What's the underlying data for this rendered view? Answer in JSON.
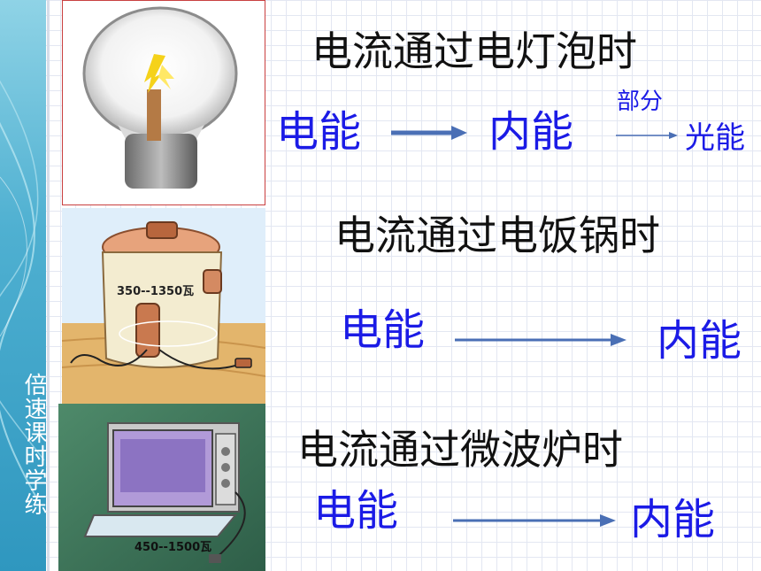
{
  "sidebar": {
    "label": "倍速课时学练"
  },
  "sections": [
    {
      "heading": "电流通过电灯泡时",
      "from": "电能",
      "middle": "内能",
      "arrow_note": "部分",
      "to": "光能"
    },
    {
      "heading": "电流通过电饭锅时",
      "from": "电能",
      "to": "内能",
      "appliance_label": "350--1350瓦"
    },
    {
      "heading": "电流通过微波炉时",
      "from": "电能",
      "to": "内能",
      "appliance_label": "450--1500瓦"
    }
  ],
  "colors": {
    "energy_text": "#1b1be6",
    "arrow": "#4a6fb5",
    "sidebar": "#3aa3c9"
  }
}
